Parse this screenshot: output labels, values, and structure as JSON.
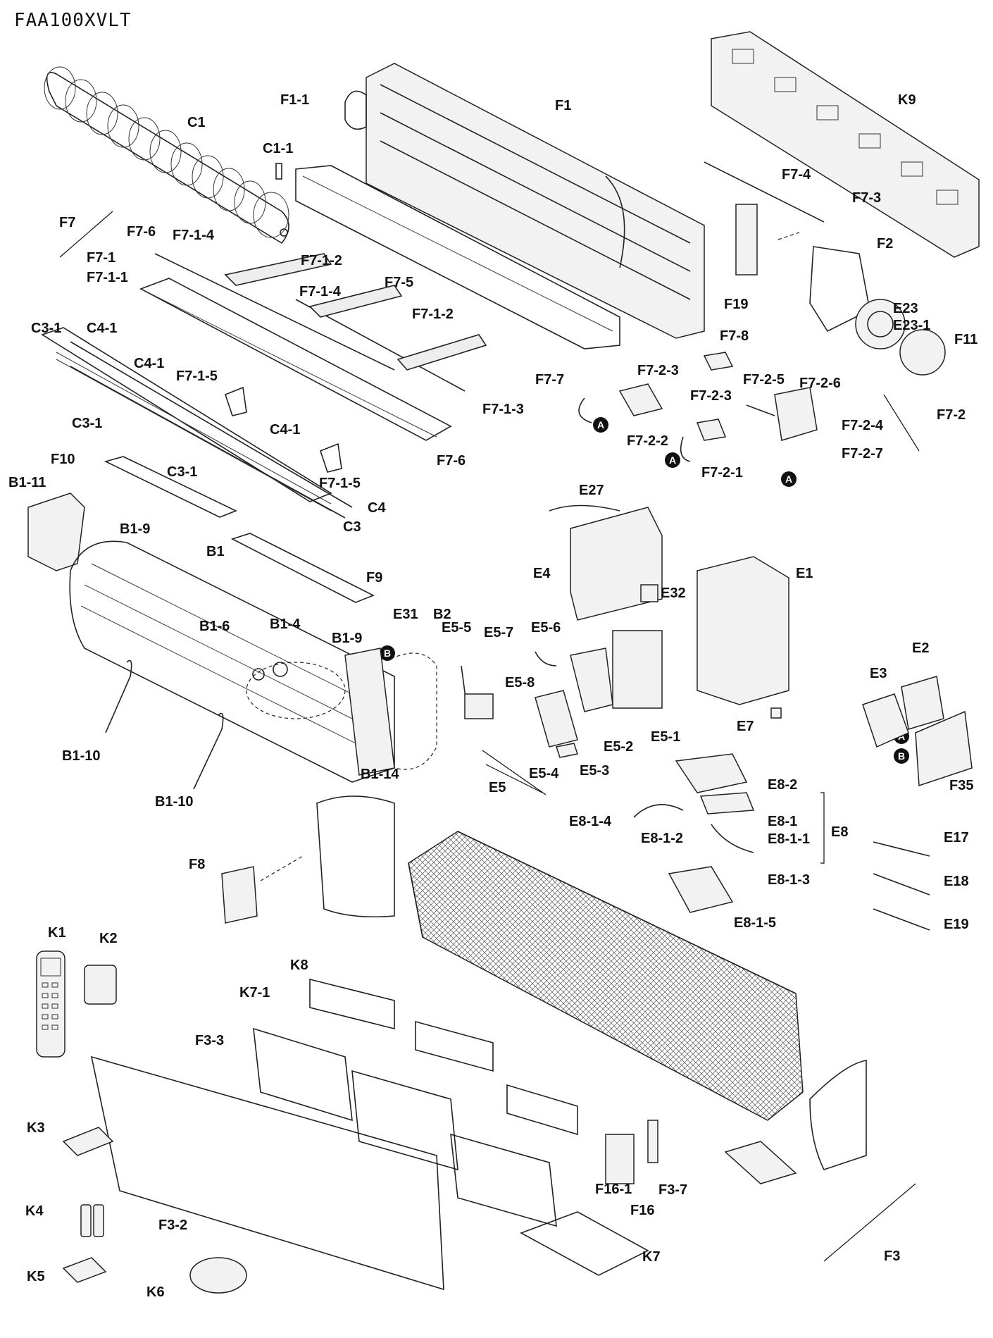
{
  "model": "FAA100XVLT",
  "markers": {
    "A": "A",
    "B": "B"
  },
  "labels": {
    "F1-1": "F1-1",
    "F1": "F1",
    "K9": "K9",
    "C1": "C1",
    "C1-1": "C1-1",
    "F7-4": "F7-4",
    "F7-3": "F7-3",
    "F2": "F2",
    "F7": "F7",
    "F7-6a": "F7-6",
    "F7-1-4a": "F7-1-4",
    "F7-1-2a": "F7-1-2",
    "F7-1": "F7-1",
    "F7-1-1": "F7-1-1",
    "F7-5": "F7-5",
    "F19": "F19",
    "E23": "E23",
    "E23-1": "E23-1",
    "F11": "F11",
    "F7-1-4b": "F7-1-4",
    "F7-1-2b": "F7-1-2",
    "F7-8": "F7-8",
    "C3-1a": "C3-1",
    "C4-1a": "C4-1",
    "C4-1b": "C4-1",
    "F7-1-5a": "F7-1-5",
    "F7-7": "F7-7",
    "F7-2-3a": "F7-2-3",
    "F7-2-5": "F7-2-5",
    "F7-2-6": "F7-2-6",
    "F7-2-3b": "F7-2-3",
    "F7-1-3": "F7-1-3",
    "C3-1b": "C3-1",
    "F7-2-4": "F7-2-4",
    "F7-2": "F7-2",
    "C4-1c": "C4-1",
    "F7-2-2": "F7-2-2",
    "F7-2-7": "F7-2-7",
    "F7-6b": "F7-6",
    "F7-2-1": "F7-2-1",
    "C3-1c": "C3-1",
    "F10": "F10",
    "F7-1-5b": "F7-1-5",
    "B1-11": "B1-11",
    "E27": "E27",
    "C4": "C4",
    "C3": "C3",
    "B1-9a": "B1-9",
    "B1": "B1",
    "E4": "E4",
    "E1": "E1",
    "F9": "F9",
    "E32": "E32",
    "E31": "E31",
    "B2": "B2",
    "B1-6": "B1-6",
    "B1-4": "B1-4",
    "E5-5": "E5-5",
    "E5-7": "E5-7",
    "E5-6": "E5-6",
    "B1-9b": "B1-9",
    "E2": "E2",
    "E3": "E3",
    "E5-8": "E5-8",
    "E5-2": "E5-2",
    "E5-1": "E5-1",
    "E7": "E7",
    "B1-10a": "B1-10",
    "B1-14": "B1-14",
    "E5-4": "E5-4",
    "E5-3": "E5-3",
    "E5": "E5",
    "F35": "F35",
    "E8-2": "E8-2",
    "B1-10b": "B1-10",
    "E8-1-4": "E8-1-4",
    "E8-1": "E8-1",
    "E8-1-2": "E8-1-2",
    "E8-1-1": "E8-1-1",
    "E8": "E8",
    "E17": "E17",
    "F8": "F8",
    "E18": "E18",
    "E8-1-3": "E8-1-3",
    "E8-1-5": "E8-1-5",
    "E19": "E19",
    "K1": "K1",
    "K2": "K2",
    "K8": "K8",
    "K7-1": "K7-1",
    "F3-3": "F3-3",
    "K3": "K3",
    "F3-7": "F3-7",
    "F16-1": "F16-1",
    "F16": "F16",
    "K4": "K4",
    "F3-2": "F3-2",
    "K7": "K7",
    "F3": "F3",
    "K5": "K5",
    "K6": "K6"
  }
}
